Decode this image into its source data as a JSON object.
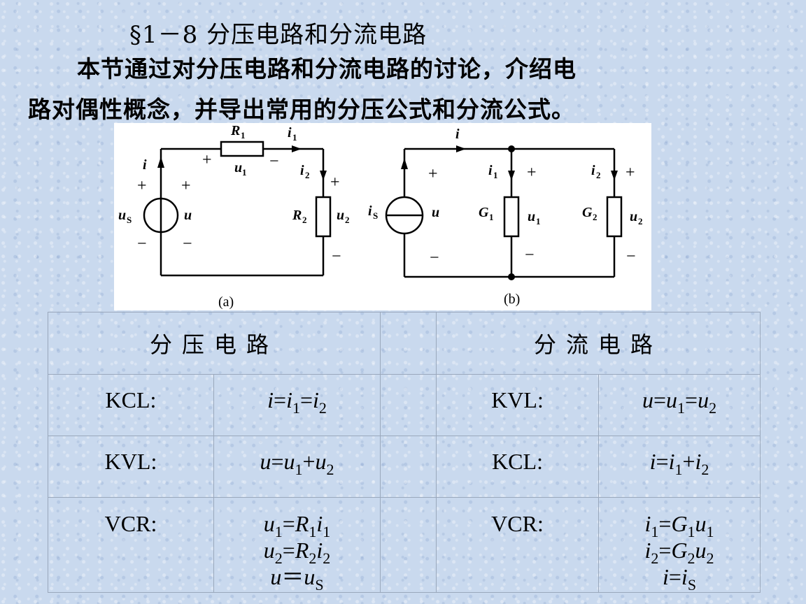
{
  "title": "§1－8 分压电路和分流电路",
  "intro_line1": "本节通过对分压电路和分流电路的讨论，介绍电",
  "intro_line2": "路对偶性概念，并导出常用的分压公式和分流公式。",
  "figure": {
    "caption_a": "(a)",
    "caption_b": "(b)"
  },
  "table": {
    "header_left": "分压电路",
    "header_right": "分流电路",
    "rows": [
      {
        "left_label": "KCL:",
        "right_label": "KVL:"
      },
      {
        "left_label": "KVL:",
        "right_label": "KCL:"
      },
      {
        "left_label": "VCR:",
        "right_label": "VCR:"
      }
    ]
  }
}
